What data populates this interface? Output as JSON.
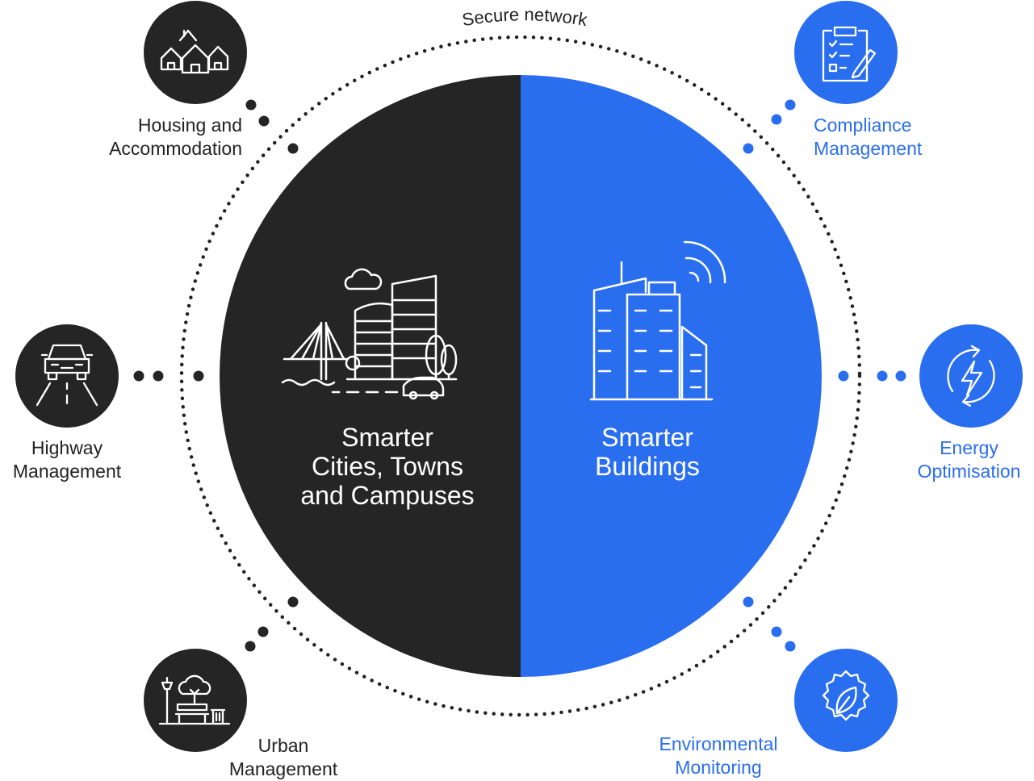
{
  "network_label": "Secure network",
  "colors": {
    "dark": "#252525",
    "blue": "#2a6ef0",
    "label_dark": "#222222",
    "white": "#ffffff"
  },
  "center": {
    "left": {
      "lines": [
        "Smarter",
        "Cities, Towns",
        "and Campuses"
      ],
      "icon": "city-skyline-icon"
    },
    "right": {
      "lines": [
        "Smarter",
        "Buildings"
      ],
      "icon": "smart-building-icon"
    }
  },
  "nodes": {
    "housing": {
      "lines": [
        "Housing and",
        "Accommodation"
      ],
      "icon": "houses-icon"
    },
    "highway": {
      "lines": [
        "Highway",
        "Management"
      ],
      "icon": "highway-car-icon"
    },
    "urban": {
      "lines": [
        "Urban",
        "Management"
      ],
      "icon": "park-bench-icon"
    },
    "compliance": {
      "lines": [
        "Compliance",
        "Management"
      ],
      "icon": "clipboard-checklist-icon"
    },
    "energy": {
      "lines": [
        "Energy",
        "Optimisation"
      ],
      "icon": "energy-bolt-icon"
    },
    "environmental": {
      "lines": [
        "Environmental",
        "Monitoring"
      ],
      "icon": "leaf-gear-icon"
    }
  }
}
